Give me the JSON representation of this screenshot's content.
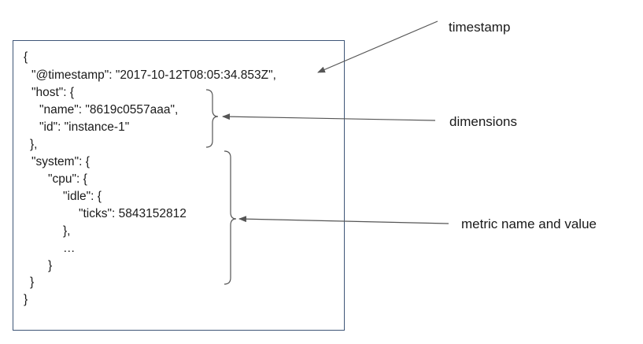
{
  "json_lines": [
    "{",
    "\"@timestamp\": \"2017-10-12T08:05:34.853Z\",",
    "\"host\": {",
    "\"name\": \"8619c0557aaa\",",
    "\"id\": \"instance-1\"",
    "},",
    "\"system\": {",
    "\"cpu\": {",
    "\"idle\": {",
    "\"ticks\": 5843152812",
    "},",
    "…",
    "}",
    "}",
    "}"
  ],
  "labels": {
    "timestamp": "timestamp",
    "dimensions": "dimensions",
    "metric": "metric name and value"
  },
  "colors": {
    "box_border": "#3e5577",
    "arrow": "#555555"
  }
}
